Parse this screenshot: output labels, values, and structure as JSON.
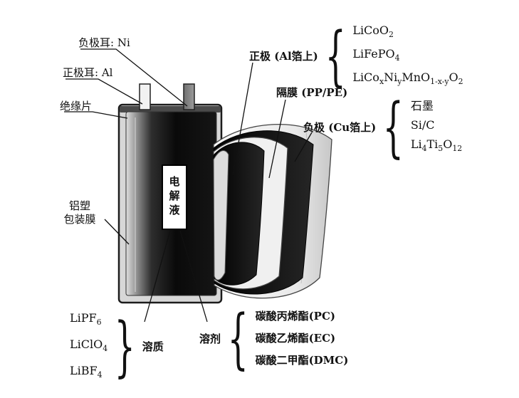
{
  "figure": {
    "labels": {
      "neg_tab": "负极耳: Ni",
      "pos_tab": "正极耳: Al",
      "insulation": "绝缘片",
      "pouch_film_line1": "铝塑",
      "pouch_film_line2": "包装膜",
      "electrolyte": "电解液",
      "cathode": "正极 (Al箔上)",
      "separator": "隔膜 (PP/PE)",
      "anode": "负极 (Cu箔上)",
      "solute": "溶质",
      "solvent": "溶剂"
    },
    "glyphs": {
      "brace_open": "{",
      "brace_close": "}"
    },
    "cathode_materials": [
      "LiCoO_2_",
      "LiFePO_4_",
      "LiCo_x_Ni_y_MnO_1-x-y_O_2_"
    ],
    "anode_materials": [
      "石墨",
      "Si/C",
      "Li_4_Ti_5_O_12_"
    ],
    "solute_materials": [
      "LiPF_6_",
      "LiClO_4_",
      "LiBF_4_"
    ],
    "solvent_materials": [
      "碳酸丙烯酯(PC)",
      "碳酸乙烯酯(EC)",
      "碳酸二甲酯(DMC)"
    ],
    "colors": {
      "ink": "#111111",
      "electrode_dark": "#0d0d0d",
      "separator_light": "#f0f0f0",
      "pouch_outer": "#d7d7d7"
    }
  }
}
